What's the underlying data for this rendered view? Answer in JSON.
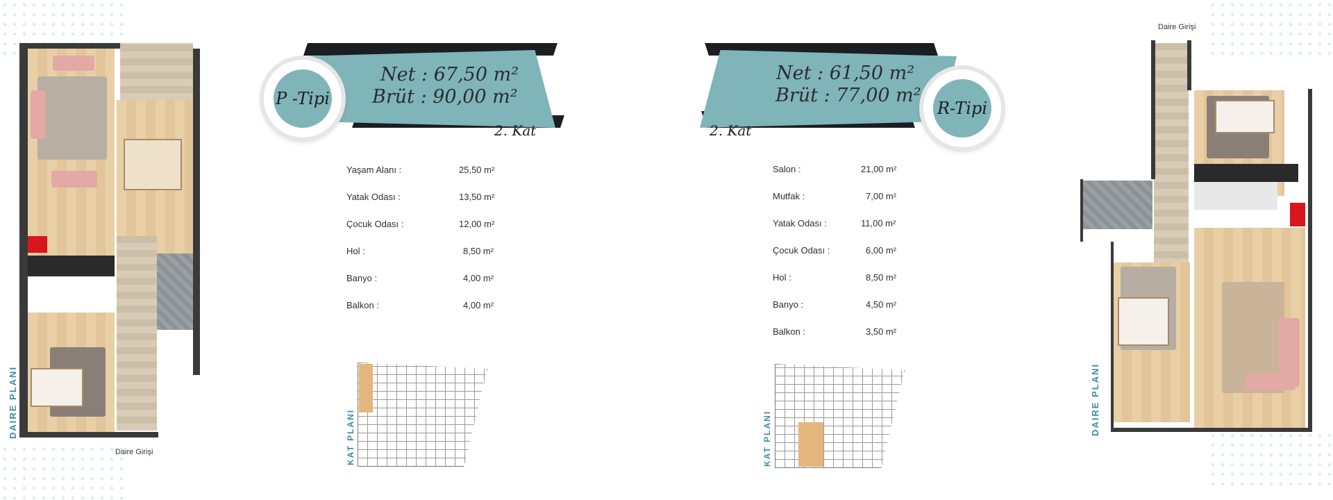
{
  "left_unit": {
    "type_label": "P -Tipi",
    "net": "Net : 67,50 m²",
    "brut": "Brüt : 90,00 m²",
    "floor": "2. Kat",
    "plan_label": "DAIRE PLANI",
    "entrance": "Daire Girişi",
    "floor_plan_label": "KAT PLANI",
    "rooms": [
      {
        "name": "Yaşam Alanı :",
        "area": "25,50 m²"
      },
      {
        "name": "Yatak Odası :",
        "area": "13,50 m²"
      },
      {
        "name": "Çocuk Odası :",
        "area": "12,00 m²"
      },
      {
        "name": "Hol :",
        "area": "8,50 m²"
      },
      {
        "name": "Banyo :",
        "area": "4,00 m²"
      },
      {
        "name": "Balkon :",
        "area": "4,00 m²"
      }
    ]
  },
  "right_unit": {
    "type_label": "R-Tipi",
    "net": "Net : 61,50 m²",
    "brut": "Brüt : 77,00 m²",
    "floor": "2. Kat",
    "plan_label": "DAIRE PLANI",
    "entrance": "Daire Girişi",
    "floor_plan_label": "KAT PLANI",
    "rooms": [
      {
        "name": "Salon :",
        "area": "21,00 m²"
      },
      {
        "name": "Mutfak :",
        "area": "7,00 m²"
      },
      {
        "name": "Yatak Odası :",
        "area": "11,00 m²"
      },
      {
        "name": "Çocuk Odası :",
        "area": "6,00 m²"
      },
      {
        "name": "Hol :",
        "area": "8,50 m²"
      },
      {
        "name": "Banyo :",
        "area": "4,50 m²"
      },
      {
        "name": "Balkon :",
        "area": "3,50 m²"
      }
    ]
  },
  "colors": {
    "accent": "#7fb4b9",
    "dark": "#1b1e22",
    "label_blue": "#3d8aa6"
  }
}
